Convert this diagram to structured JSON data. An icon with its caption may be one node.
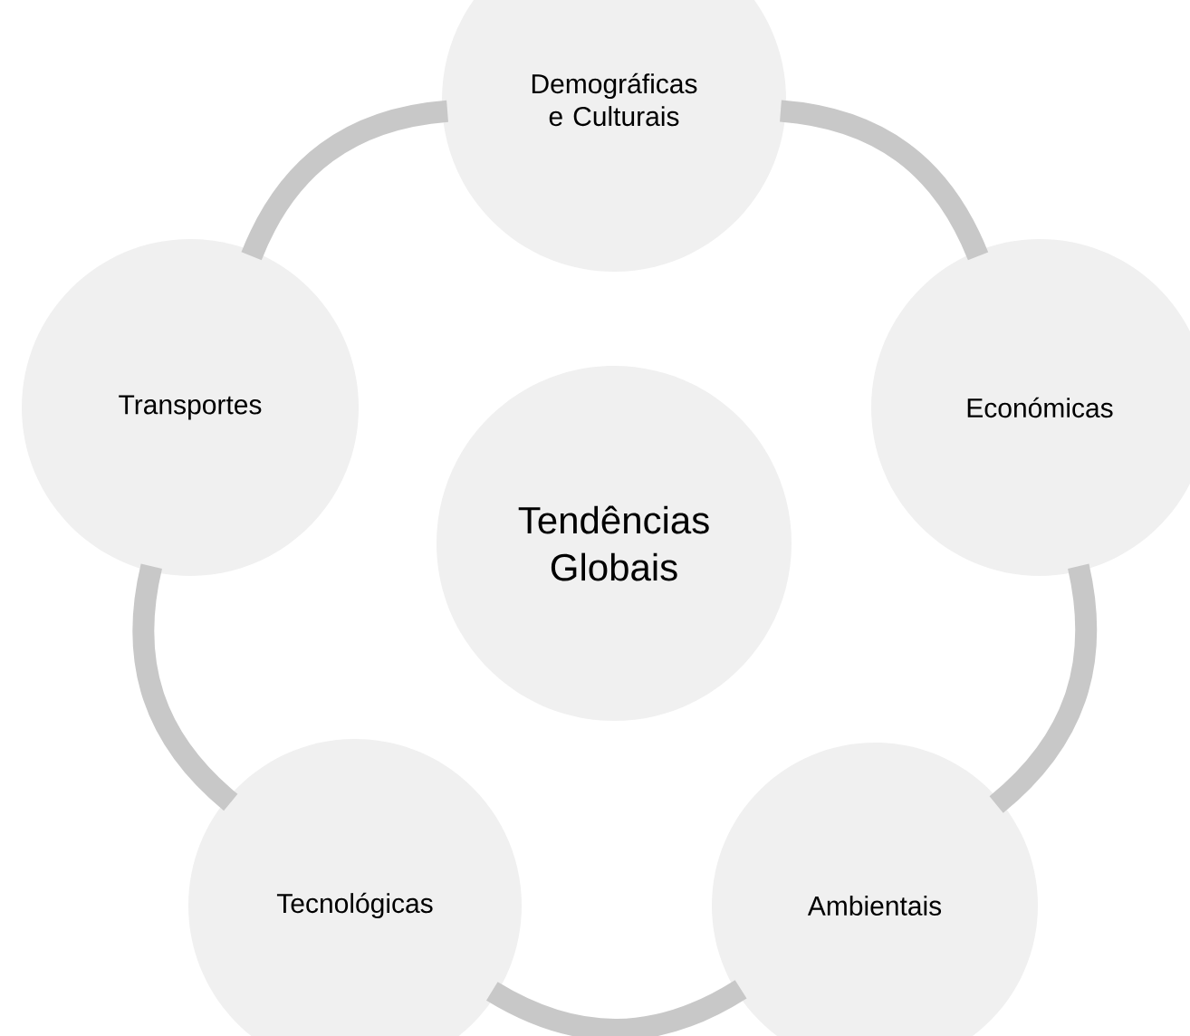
{
  "diagram": {
    "nodes": [
      {
        "text": [
          "Tendências Globais"
        ]
      },
      {
        "text": [
          "Demográficas e Culturais"
        ]
      },
      {
        "text": [
          "Económicas"
        ]
      },
      {
        "text": [
          "Ambientais"
        ]
      },
      {
        "text": [
          "Tecnológicas"
        ]
      },
      {
        "text": [
          "Transportes"
        ]
      }
    ],
    "edges": [
      {
        "from": 1,
        "to": 2,
        "arrow": "none"
      },
      {
        "from": 2,
        "to": 3,
        "arrow": "none"
      },
      {
        "from": 3,
        "to": 4,
        "arrow": "none"
      },
      {
        "from": 4,
        "to": 5,
        "arrow": "none"
      },
      {
        "from": 5,
        "to": 1,
        "arrow": "none"
      }
    ]
  }
}
